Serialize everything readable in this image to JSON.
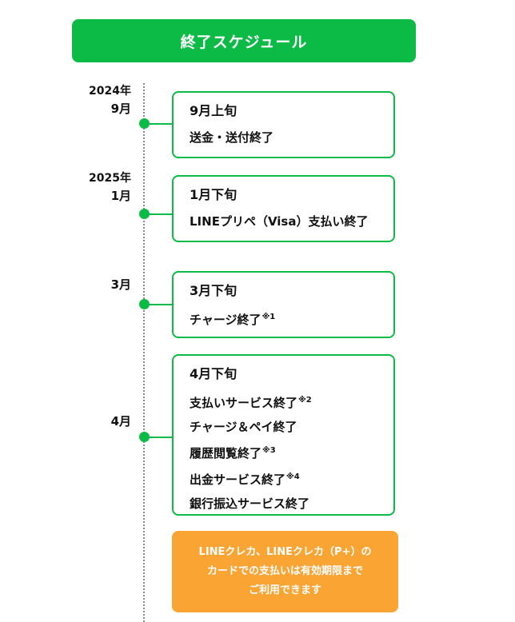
{
  "header": {
    "title": "終了スケジュール"
  },
  "timeline": [
    {
      "date_year": "2024年",
      "date_month": "9月",
      "title": "9月上旬",
      "items": [
        {
          "text": "送金・送付終了",
          "note": ""
        }
      ]
    },
    {
      "date_year": "2025年",
      "date_month": "1月",
      "title": "1月下旬",
      "items": [
        {
          "text": "LINEプリペ（Visa）支払い終了",
          "note": ""
        }
      ]
    },
    {
      "date_year": "",
      "date_month": "3月",
      "title": "3月下旬",
      "items": [
        {
          "text": "チャージ終了",
          "note": "※1"
        }
      ]
    },
    {
      "date_year": "",
      "date_month": "4月",
      "title": "4月下旬",
      "items": [
        {
          "text": "支払いサービス終了",
          "note": "※2"
        },
        {
          "text": "チャージ＆ペイ終了",
          "note": ""
        },
        {
          "text": "履歴閲覧終了",
          "note": "※3"
        },
        {
          "text": "出金サービス終了",
          "note": "※4"
        },
        {
          "text": "銀行振込サービス終了",
          "note": ""
        }
      ]
    }
  ],
  "note": {
    "lines": [
      "LINEクレカ、LINEクレカ（P+）の",
      "カードでの支払いは有効期限まで",
      "ご利用できます"
    ]
  },
  "colors": {
    "accent": "#0cbb45",
    "note": "#f9a433"
  }
}
